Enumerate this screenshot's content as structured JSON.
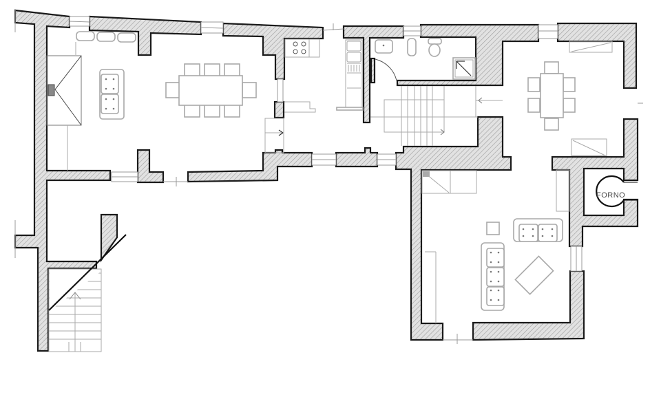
{
  "plan": {
    "type": "architectural-floor-plan",
    "colors": {
      "wall_fill": "#d8d8d8",
      "wall_outline": "#1a1a1a",
      "furniture_line": "#a8a8a8",
      "background": "#ffffff"
    },
    "rooms": [
      {
        "name": "living-dining-left",
        "contents": [
          "fireplace",
          "armchair",
          "dining-table-10-chairs",
          "radiators"
        ]
      },
      {
        "name": "kitchen",
        "contents": [
          "cooktop",
          "counter"
        ]
      },
      {
        "name": "hall",
        "contents": [
          "sink-counter"
        ]
      },
      {
        "name": "bathroom",
        "contents": [
          "washbasin",
          "bidet",
          "toilet",
          "shower"
        ]
      },
      {
        "name": "stair-hall",
        "contents": [
          "staircase"
        ]
      },
      {
        "name": "dining-right",
        "contents": [
          "table-6-chairs"
        ]
      },
      {
        "name": "living-right",
        "contents": [
          "sofa-2-seat",
          "sofa-3-seat",
          "coffee-table",
          "side-table"
        ]
      },
      {
        "name": "oven-room",
        "contents": [
          "oven"
        ]
      },
      {
        "name": "stair-left",
        "contents": [
          "staircase-up"
        ]
      }
    ],
    "labels": {
      "oven": "FORNO"
    }
  }
}
